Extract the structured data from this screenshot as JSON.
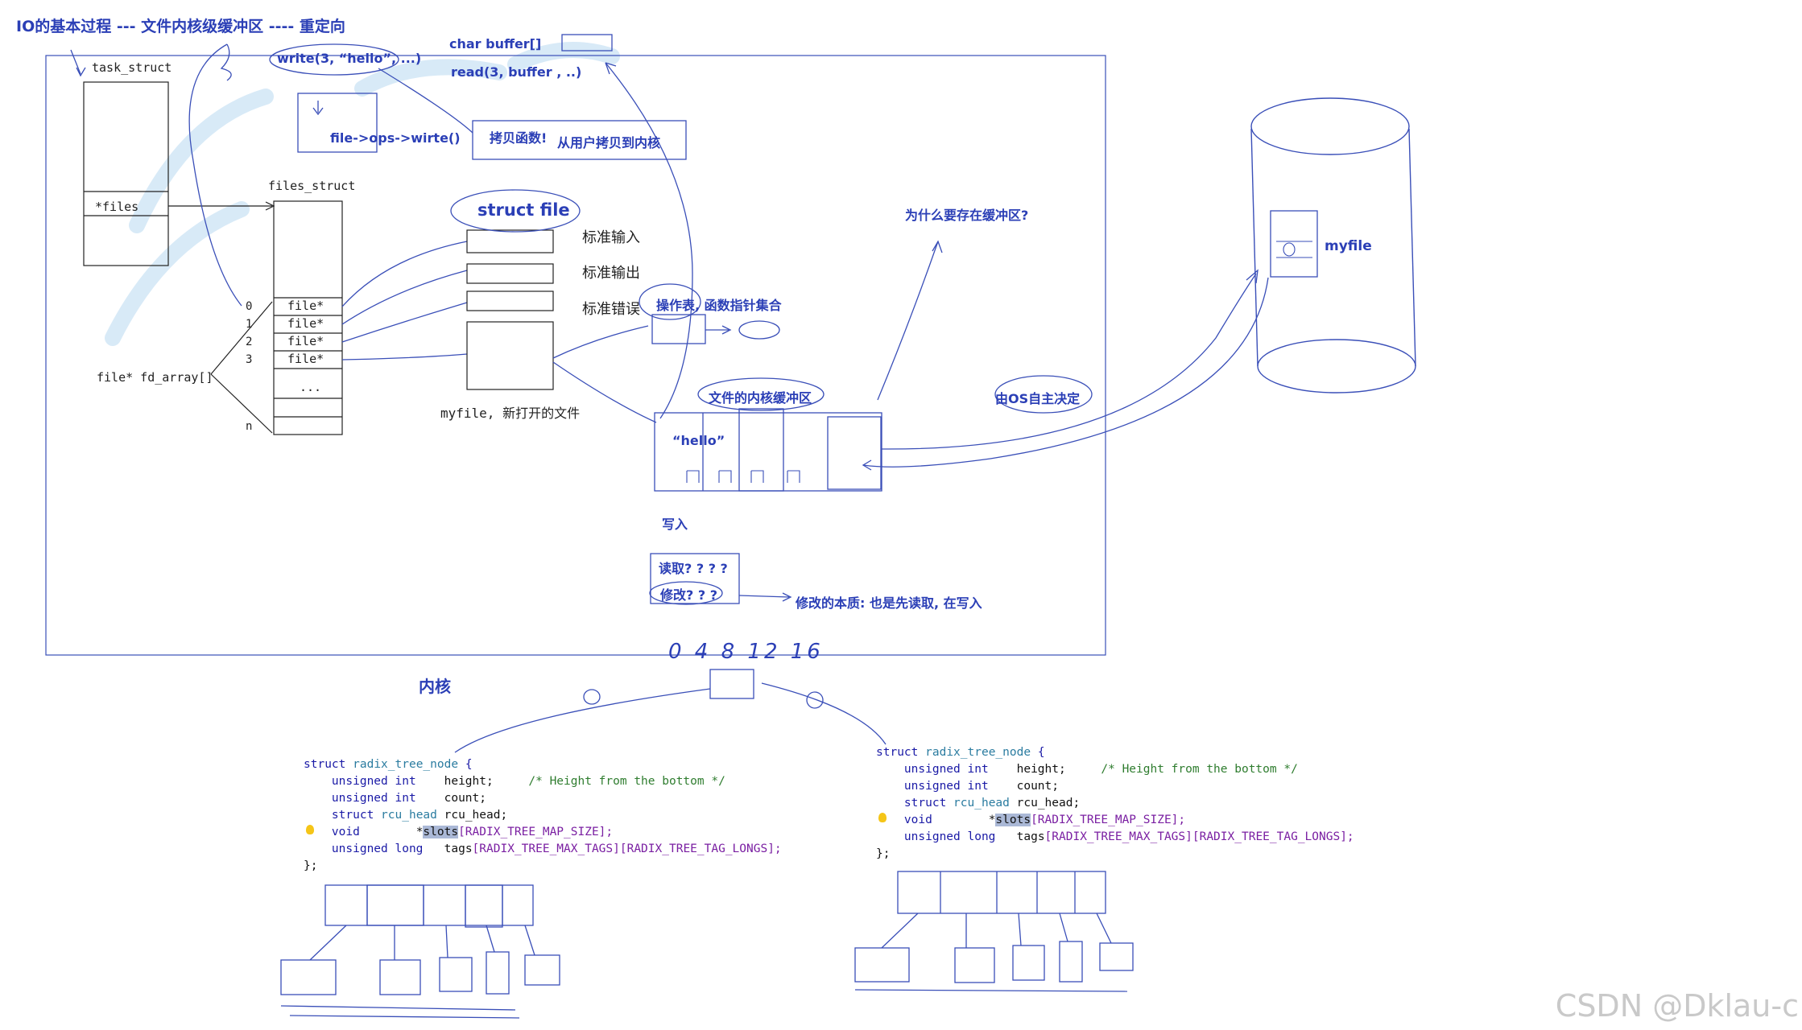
{
  "title": "IO的基本过程 --- 文件内核级缓冲区    ---- 重定向",
  "process": {
    "task_struct": "task_struct",
    "files_field": "*files",
    "files_struct": "files_struct",
    "fd_array": "file* fd_array[]",
    "slot_label": "file*",
    "ellipsis": "...",
    "indices": [
      "0",
      "1",
      "2",
      "3",
      "n"
    ]
  },
  "calls": {
    "write": "write(3, “hello”, ...)",
    "char_buffer": "char buffer[]",
    "read": "read(3, buffer , ..)",
    "ops_write": "file->ops->wirte()",
    "copy_func": "拷贝函数!",
    "copy_desc": "从用户拷贝到内核"
  },
  "struct_file": {
    "title": "struct file",
    "stdin": "标准输入",
    "stdout": "标准输出",
    "stderr": "标准错误",
    "myfile": "myfile, 新打开的文件"
  },
  "buffer": {
    "ops_table": "操作表, 函数指针集合",
    "kernel_buffer": "文件的内核缓冲区",
    "hello": "“hello”",
    "write_label": "写入",
    "read_q": "读取? ? ? ?",
    "modify_q": "修改? ? ?",
    "modify_note": "修改的本质: 也是先读取, 在写入",
    "why_buffer": "为什么要存在缓冲区?",
    "os_decide": "由OS自主决定"
  },
  "disk": {
    "myfile": "myfile"
  },
  "kernel_label": "内核",
  "numbers": "0  4   8   12   16",
  "code_left": {
    "l1_struct": "struct",
    "l1_name": "radix_tree_node",
    "l1_brace": "{",
    "l2_type": "unsigned int",
    "l2_field": "height;",
    "l2_comment": "/* Height from the bottom */",
    "l3_type": "unsigned int",
    "l3_field": "count;",
    "l4_struct": "struct",
    "l4_type": "rcu_head",
    "l4_field": "rcu_head;",
    "l5_type": "void",
    "l5_ptr": "*",
    "l5_field": "slots",
    "l5_size": "[RADIX_TREE_MAP_SIZE];",
    "l6_type": "unsigned long",
    "l6_field": "tags",
    "l6_size": "[RADIX_TREE_MAX_TAGS][RADIX_TREE_TAG_LONGS];",
    "l7": "};"
  },
  "code_right": {
    "l1_struct": "struct",
    "l1_name": "radix_tree_node",
    "l1_brace": "{",
    "l2_type": "unsigned int",
    "l2_field": "height;",
    "l2_comment": "/* Height from the bottom */",
    "l3_type": "unsigned int",
    "l3_field": "count;",
    "l4_struct": "struct",
    "l4_type": "rcu_head",
    "l4_field": "rcu_head;",
    "l5_type": "void",
    "l5_ptr": "*",
    "l5_field": "slots",
    "l5_size": "[RADIX_TREE_MAP_SIZE];",
    "l6_type": "unsigned long",
    "l6_field": "tags",
    "l6_size": "[RADIX_TREE_MAX_TAGS][RADIX_TREE_TAG_LONGS];",
    "l7": "};"
  },
  "watermark": "CSDN @Dklau-c",
  "colors": {
    "ink": "#2b3fb6",
    "faint": "#d8eaf7"
  }
}
